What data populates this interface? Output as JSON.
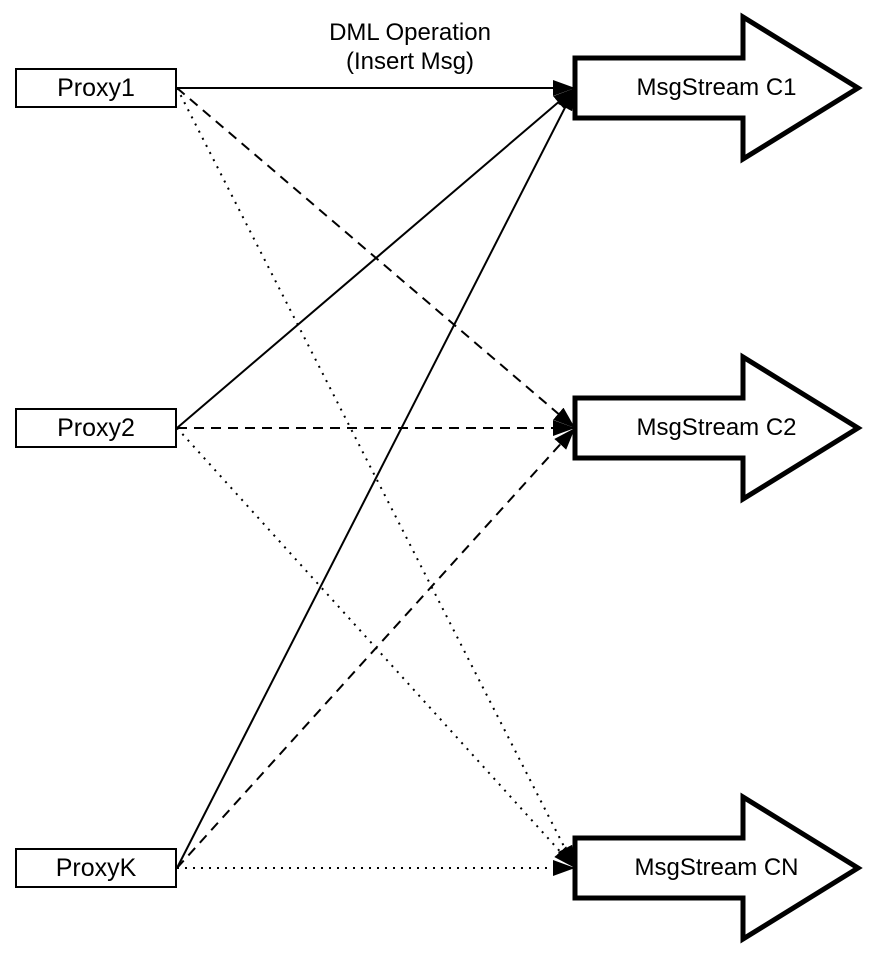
{
  "diagram": {
    "labels": {
      "edge_label": {
        "line1": "DML Operation",
        "line2": "(Insert Msg)"
      }
    },
    "nodes": {
      "proxies": [
        {
          "label": "Proxy1"
        },
        {
          "label": "Proxy2"
        },
        {
          "label": "ProxyK"
        }
      ],
      "streams": [
        {
          "label": "MsgStream C1"
        },
        {
          "label": "MsgStream C2"
        },
        {
          "label": "MsgStream CN"
        }
      ]
    },
    "edges": [
      {
        "from": "Proxy1",
        "to": "MsgStream C1",
        "style": "solid"
      },
      {
        "from": "Proxy1",
        "to": "MsgStream C2",
        "style": "dashed"
      },
      {
        "from": "Proxy1",
        "to": "MsgStream CN",
        "style": "dotted"
      },
      {
        "from": "Proxy2",
        "to": "MsgStream C1",
        "style": "solid"
      },
      {
        "from": "Proxy2",
        "to": "MsgStream C2",
        "style": "dashed"
      },
      {
        "from": "Proxy2",
        "to": "MsgStream CN",
        "style": "dotted"
      },
      {
        "from": "ProxyK",
        "to": "MsgStream C1",
        "style": "solid"
      },
      {
        "from": "ProxyK",
        "to": "MsgStream C2",
        "style": "dashed"
      },
      {
        "from": "ProxyK",
        "to": "MsgStream CN",
        "style": "dotted"
      }
    ],
    "colors": {
      "stroke": "#000000",
      "fill": "#ffffff"
    }
  }
}
